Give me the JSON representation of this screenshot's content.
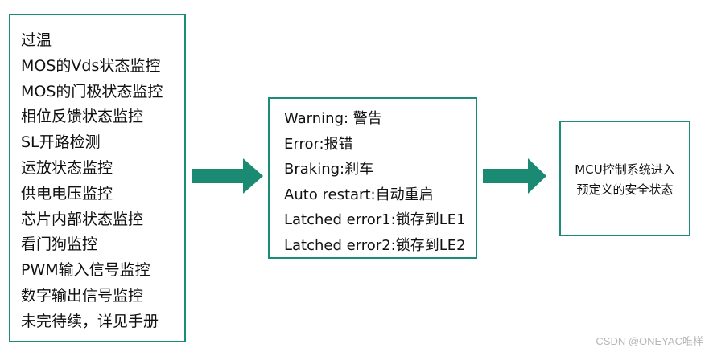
{
  "monitors": [
    "过温",
    "MOS的Vds状态监控",
    "MOS的门极状态监控",
    "相位反馈状态监控",
    "SL开路检测",
    "运放状态监控",
    "供电电压监控",
    "芯片内部状态监控",
    "看门狗监控",
    "PWM输入信号监控",
    "数字输出信号监控",
    "未完待续，详见手册"
  ],
  "errors": [
    "Warning: 警告",
    "Error:报错",
    "Braking:刹车",
    "Auto restart:自动重启",
    "Latched error1:锁存到LE1",
    "Latched error2:锁存到LE2"
  ],
  "result": [
    "MCU控制系统进入",
    "预定义的安全状态"
  ],
  "watermark": "CSDN @ONEYAC唯样",
  "colors": {
    "border": "#1b8c78",
    "arrow": "#1a8a72"
  }
}
